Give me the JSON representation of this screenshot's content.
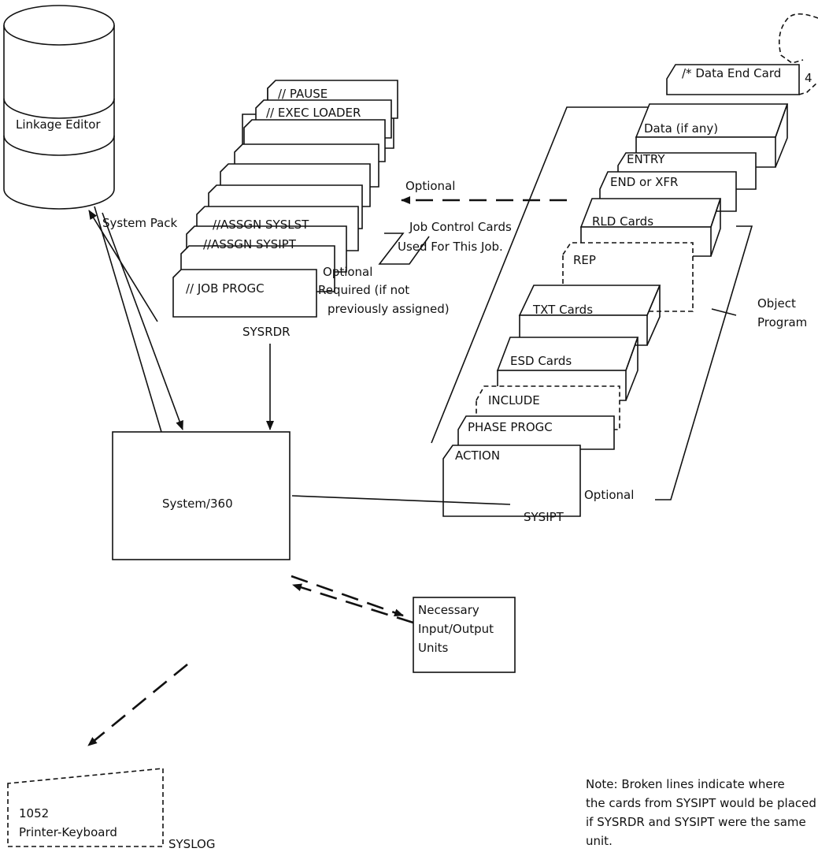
{
  "disk": {
    "label": "Linkage Editor",
    "pack_label": "System Pack"
  },
  "sysrdr": {
    "cards": [
      "// PAUSE",
      "// EXEC LOADER",
      "//ASSGN SYSLST",
      "//ASSGN SYSIPT",
      "// JOB PROGC"
    ],
    "optional_1": "Optional",
    "job_control_line1": "Job Control Cards",
    "job_control_line2": "Used For This Job.",
    "optional_2": "Optional",
    "required_line1": "Required (if not",
    "required_line2": "previously assigned)",
    "device": "SYSRDR"
  },
  "sysipt": {
    "cards": [
      "/* Data End Card",
      "Data (if any)",
      "ENTRY",
      "END or XFR",
      "RLD Cards",
      "REP",
      "TXT Cards",
      "ESD Cards",
      "INCLUDE",
      "PHASE PROGC",
      "ACTION"
    ],
    "object_line1": "Object",
    "object_line2": "Program",
    "optional": "Optional",
    "device": "SYSIPT",
    "connector": "4"
  },
  "system": {
    "label": "System/360"
  },
  "io_units": {
    "line1": "Necessary",
    "line2": "Input/Output",
    "line3": "Units"
  },
  "printer": {
    "line1": "1052",
    "line2": "Printer-Keyboard",
    "device": "SYSLOG"
  },
  "note": {
    "line1": "Note:  Broken lines indicate where",
    "line2": "the cards from SYSIPT would be placed",
    "line3": "if SYSRDR and SYSIPT were the same",
    "line4": "unit."
  }
}
